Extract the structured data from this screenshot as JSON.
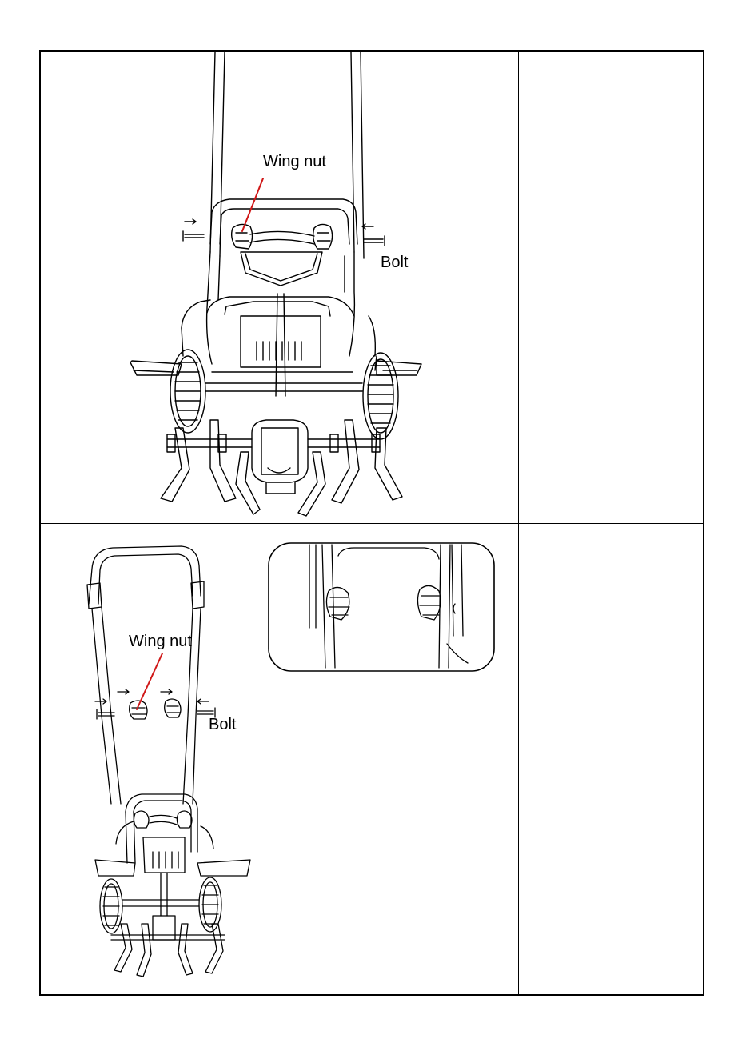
{
  "figure1": {
    "wing_nut_label": "Wing nut",
    "bolt_label": "Bolt"
  },
  "figure2": {
    "wing_nut_label": "Wing nut",
    "bolt_label": "Bolt"
  },
  "colors": {
    "line": "#000000",
    "leader": "#d01818",
    "background": "#ffffff"
  }
}
